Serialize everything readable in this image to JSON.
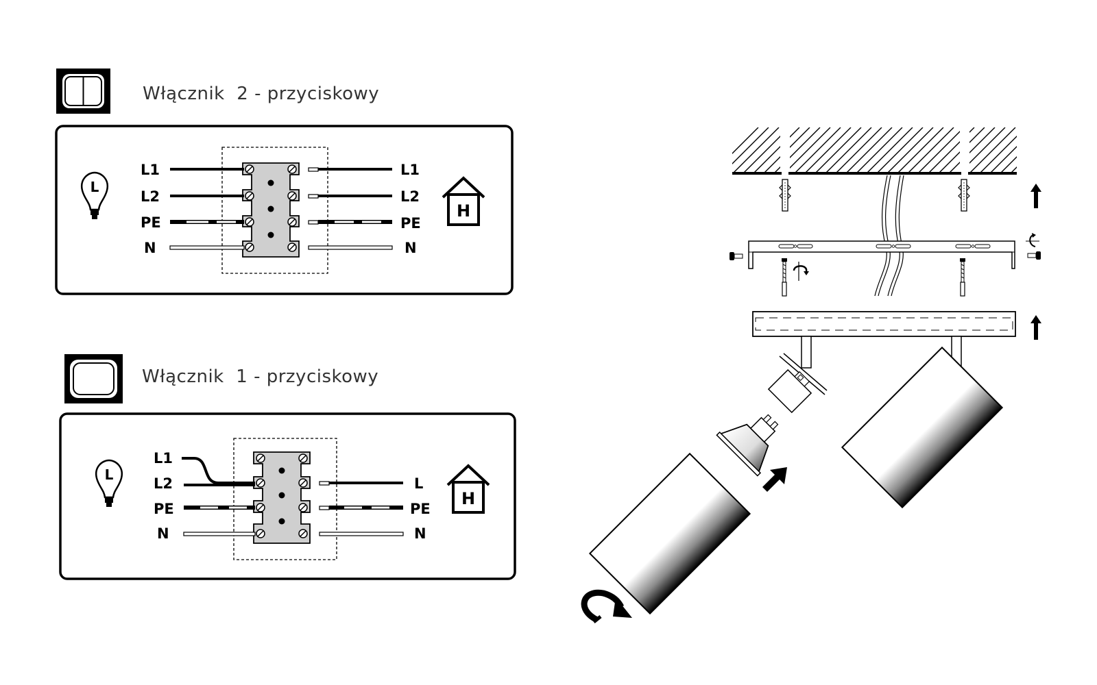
{
  "colors": {
    "line": "#000000",
    "terminal_block": "#cfcfcf",
    "title_text": "#333333"
  },
  "switch_double": {
    "title": "Włącznik  2 - przyciskowy",
    "left_labels": [
      "L1",
      "L2",
      "PE",
      "N"
    ],
    "right_labels": [
      "L1",
      "L2",
      "PE",
      "N"
    ],
    "lamp_badge": "L",
    "house_badge": "H"
  },
  "switch_single": {
    "title": "Włącznik  1 - przyciskowy",
    "left_labels": [
      "L1",
      "L2",
      "PE",
      "N"
    ],
    "right_labels": [
      "L",
      "PE",
      "N"
    ],
    "lamp_badge": "L",
    "house_badge": "H"
  },
  "icons": {
    "switch_double": "double-rocker-switch-icon",
    "switch_single": "single-rocker-switch-icon",
    "lamp": "light-bulb-icon",
    "house": "house-icon",
    "arrow": "up-arrow-icon",
    "rotate": "rotate-arrow-icon"
  }
}
